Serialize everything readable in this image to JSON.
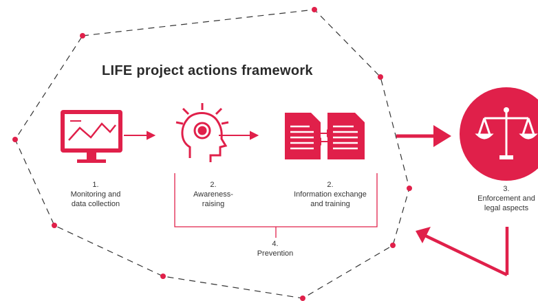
{
  "title": "LIFE project actions framework",
  "accent_color": "#e0204a",
  "steps": [
    {
      "number": "1.",
      "line1": "Monitoring and",
      "line2": "data collection",
      "icon": "monitor-chart-icon"
    },
    {
      "number": "2.",
      "line1": "Awareness-",
      "line2": "raising",
      "icon": "head-target-icon"
    },
    {
      "number": "2.",
      "line1": "Information exchange",
      "line2": "and training",
      "icon": "documents-exchange-icon"
    },
    {
      "number": "3.",
      "line1": "Enforcement and",
      "line2": "legal aspects",
      "icon": "scales-of-justice-icon"
    }
  ],
  "prevention": {
    "number": "4.",
    "text": "Prevention"
  }
}
